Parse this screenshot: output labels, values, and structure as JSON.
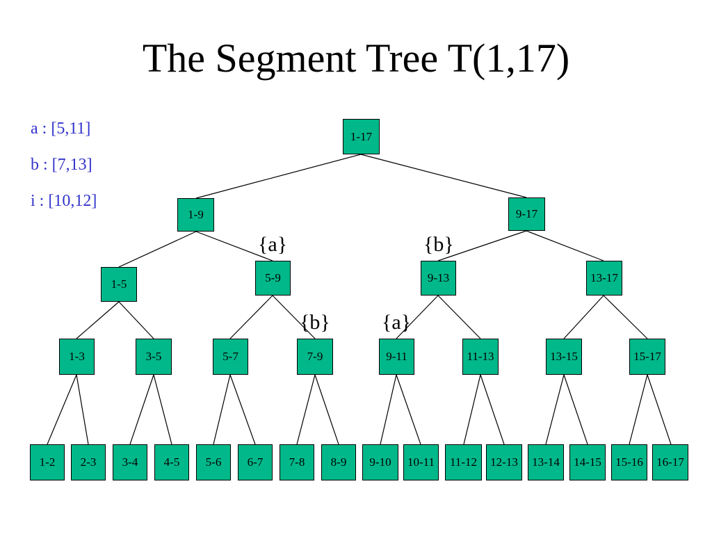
{
  "title": "The Segment Tree T(1,17)",
  "legend": [
    "a : [5,11]",
    "b : [7,13]",
    "i : [10,12]"
  ],
  "colors": {
    "node_fill": "#00b88a",
    "legend_text": "#3333cc"
  },
  "nodes": {
    "n1_17": "1-17",
    "n1_9": "1-9",
    "n9_17": "9-17",
    "n1_5": "1-5",
    "n5_9": "5-9",
    "n9_13": "9-13",
    "n13_17": "13-17",
    "n1_3": "1-3",
    "n3_5": "3-5",
    "n5_7": "5-7",
    "n7_9": "7-9",
    "n9_11": "9-11",
    "n11_13": "11-13",
    "n13_15": "13-15",
    "n15_17": "15-17",
    "n1_2": "1-2",
    "n2_3": "2-3",
    "n3_4": "3-4",
    "n4_5": "4-5",
    "n5_6": "5-6",
    "n6_7": "6-7",
    "n7_8": "7-8",
    "n8_9": "8-9",
    "n9_10": "9-10",
    "n10_11": "10-11",
    "n11_12": "11-12",
    "n12_13": "12-13",
    "n13_14": "13-14",
    "n14_15": "14-15",
    "n15_16": "15-16",
    "n16_17": "16-17"
  },
  "annotations": {
    "a_on_5_9": "{a}",
    "b_on_9_13": "{b}",
    "b_on_7_9": "{b}",
    "a_on_9_11": "{a}"
  }
}
